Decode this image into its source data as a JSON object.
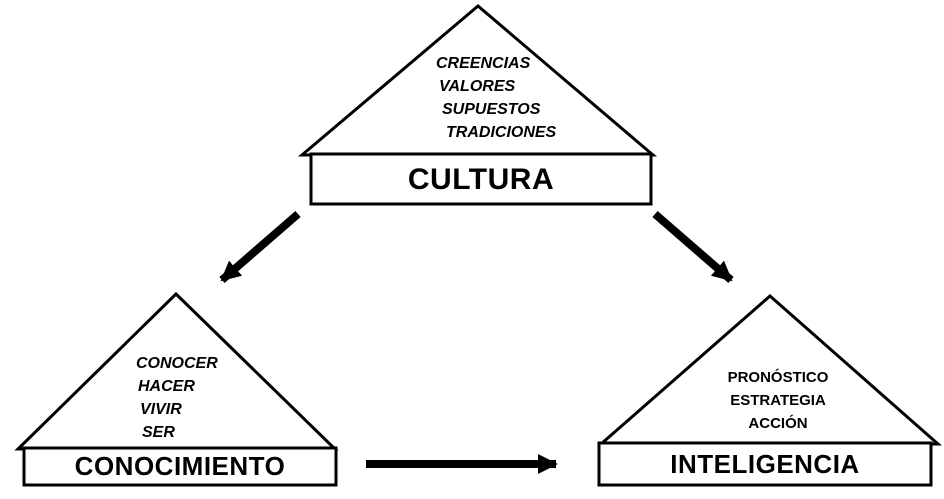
{
  "diagram": {
    "title": "Cultura - Conocimiento - Inteligencia pyramid diagram",
    "colors": {
      "outline": "#000000",
      "fill": "#ffffff",
      "text": "#000000"
    },
    "cultura": {
      "label": "CULTURA",
      "items": [
        "CREENCIAS",
        "VALORES",
        "SUPUESTOS",
        "TRADICIONES"
      ]
    },
    "conocimiento": {
      "label": "CONOCIMIENTO",
      "items": [
        "CONOCER",
        "HACER",
        "VIVIR",
        "SER"
      ]
    },
    "inteligencia": {
      "label": "INTELIGENCIA",
      "items": [
        "PRONÓSTICO",
        "ESTRATEGIA",
        "ACCIÓN"
      ]
    }
  }
}
